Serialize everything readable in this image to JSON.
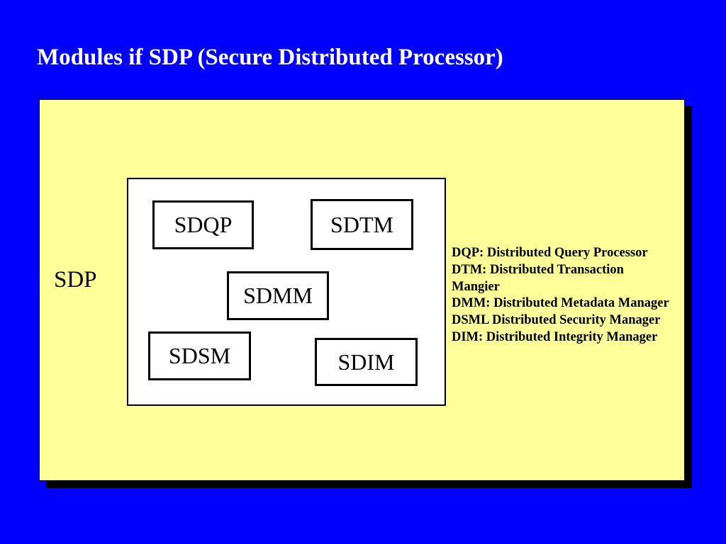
{
  "slide": {
    "title": "Modules if SDP (Secure Distributed Processor)"
  },
  "diagram": {
    "panel_label": "SDP",
    "modules": [
      {
        "label": "SDQP"
      },
      {
        "label": "SDTM"
      },
      {
        "label": "SDMM"
      },
      {
        "label": "SDSM"
      },
      {
        "label": "SDIM"
      }
    ]
  },
  "definitions": {
    "lines": [
      "DQP: Distributed Query Processor",
      "DTM: Distributed Transaction",
      "Mangier",
      "DMM: Distributed Metadata Manager",
      "DSML Distributed Security Manager",
      "DIM: Distributed Integrity Manager"
    ]
  },
  "colors": {
    "background": "#0000FF",
    "panel": "#FFFF99",
    "panel_shadow": "#000000",
    "module_box": "#FFFFFF",
    "text": "#000000",
    "title_text": "#FFFFFF"
  }
}
